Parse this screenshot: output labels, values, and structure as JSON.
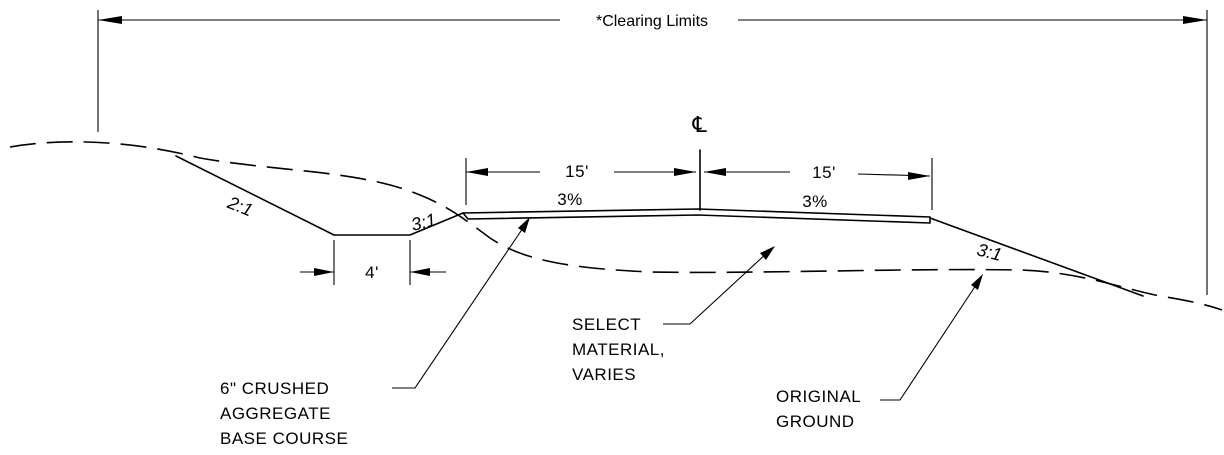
{
  "labels": {
    "clearing_limits": "*Clearing Limits",
    "centerline": "℄",
    "lane_width_left": "15'",
    "lane_width_right": "15'",
    "cross_slope_left": "3%",
    "cross_slope_right": "3%",
    "slope_left_outer": "2:1",
    "slope_left_inner": "3:1",
    "slope_right": "3:1",
    "ditch_width": "4'",
    "select_material": [
      "SELECT",
      "MATERIAL,",
      "VARIES"
    ],
    "base_course": [
      "6\" CRUSHED",
      "AGGREGATE",
      "BASE COURSE"
    ],
    "original_ground": [
      "ORIGINAL",
      "GROUND"
    ]
  },
  "colors": {
    "ink": "#000000",
    "background": "#ffffff"
  }
}
